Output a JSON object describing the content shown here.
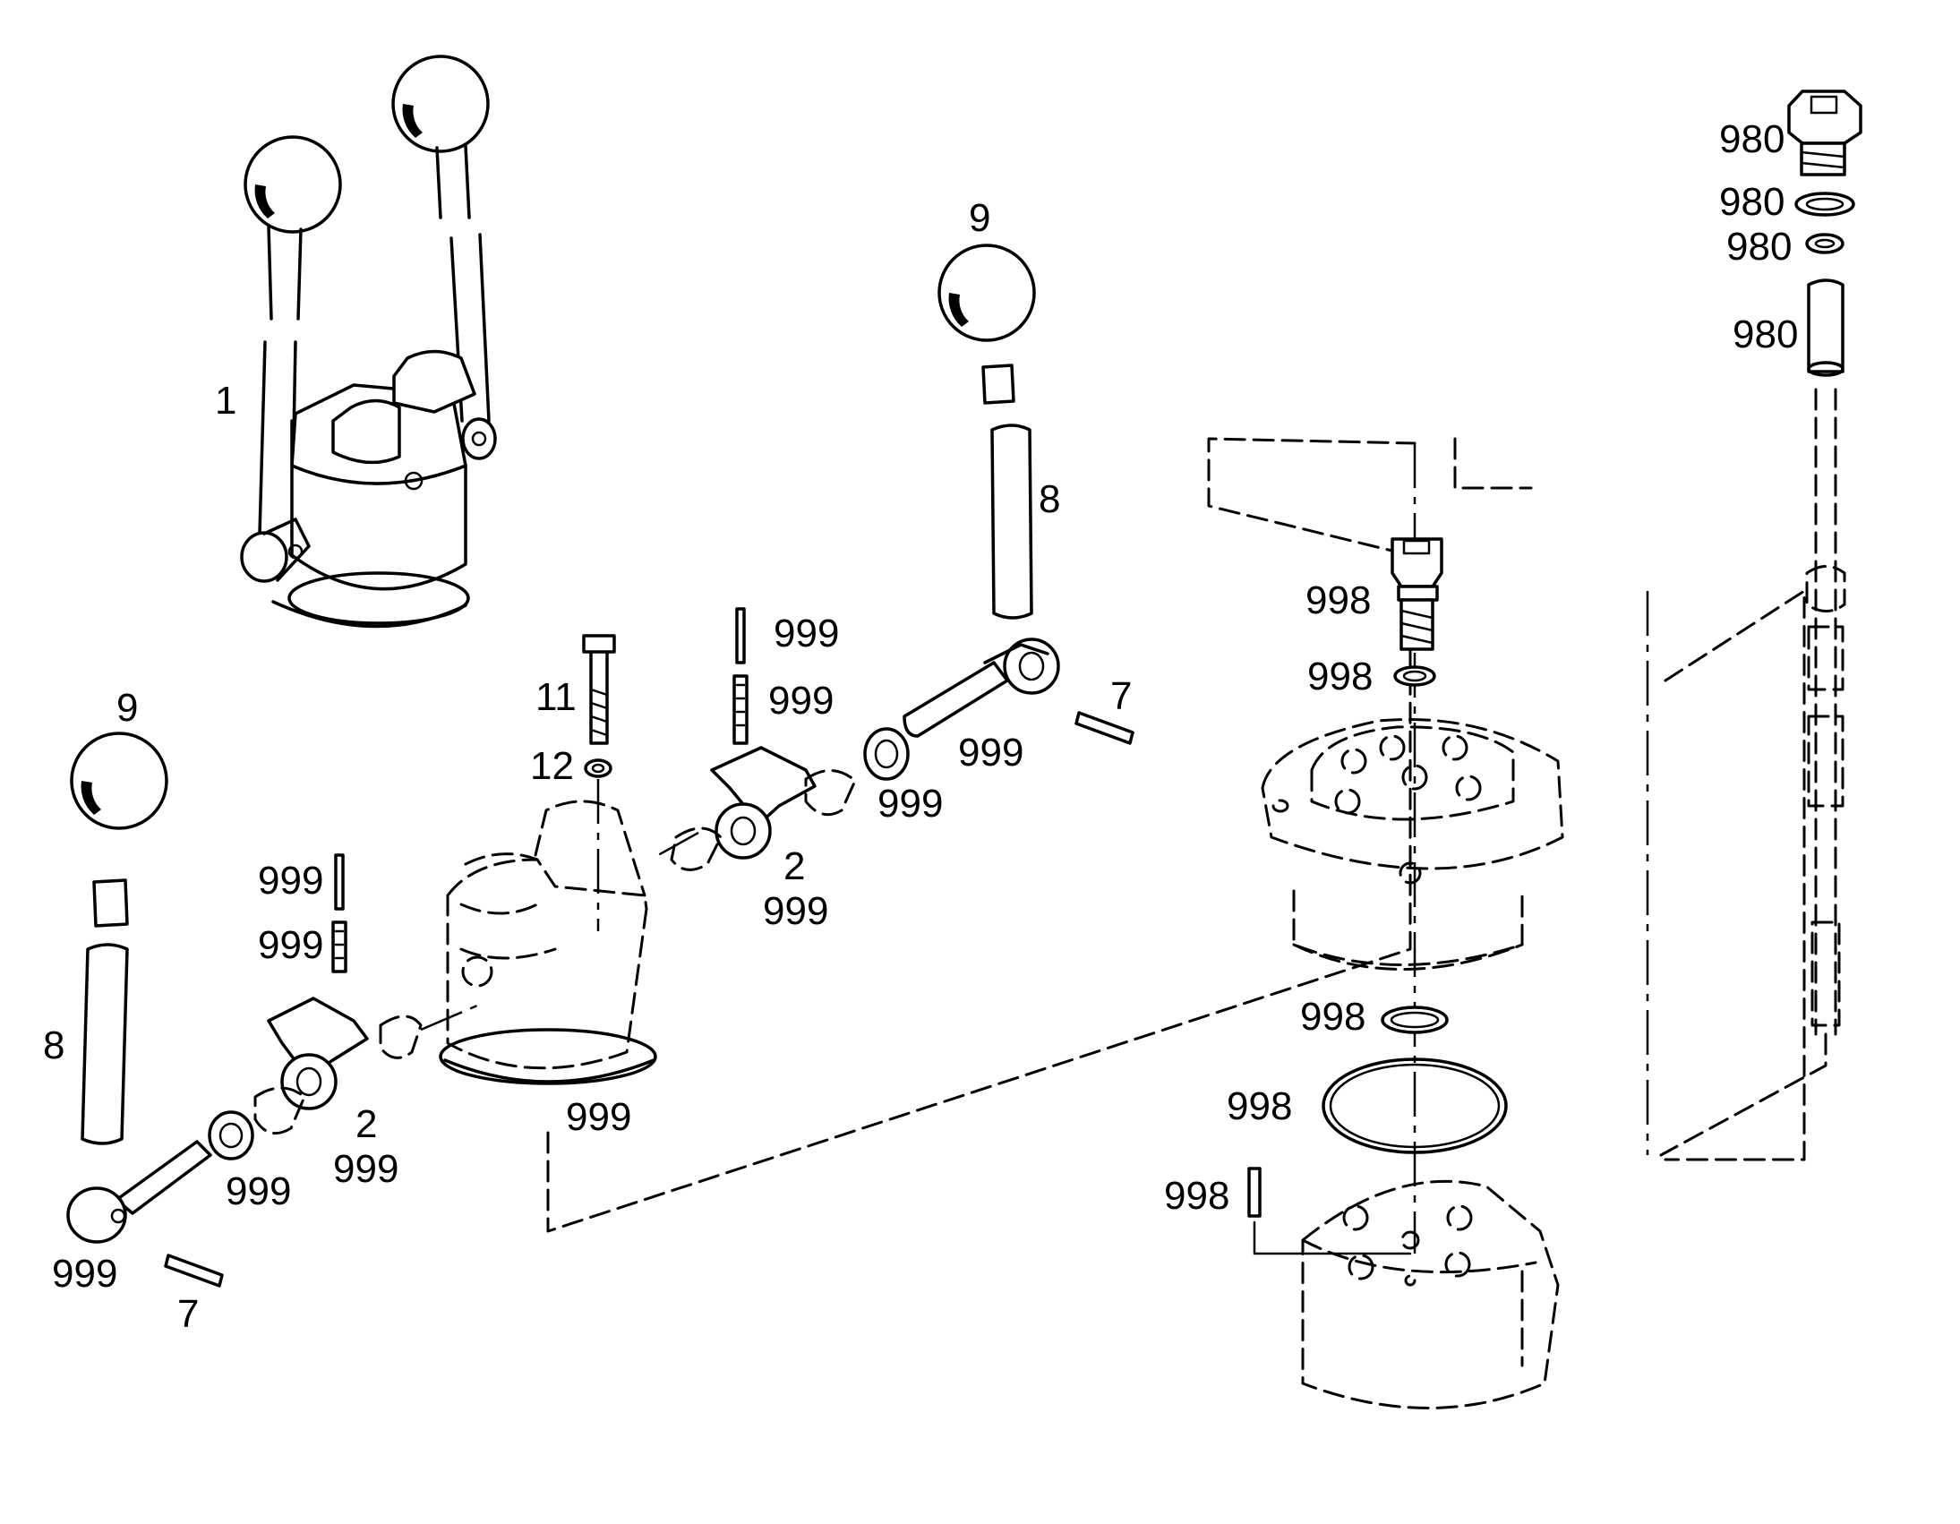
{
  "callouts": {
    "handle_assembly": "1",
    "knob_right": "9",
    "knob_left": "9",
    "tube_right": "8",
    "tube_left": "8",
    "pin_right": "7",
    "pin_left": "7",
    "screw": "11",
    "washer": "12",
    "cam_right_num": "2",
    "cam_right_code": "999",
    "cam_left_num": "2",
    "cam_left_code": "999",
    "pin_top_right_a": "999",
    "pin_top_right_b": "999",
    "pin_top_left_a": "999",
    "pin_top_left_b": "999",
    "seal_right": "999",
    "lever_right": "999",
    "housing_ring": "999",
    "seal_left": "999",
    "lever_left": "999",
    "valve_cap": "998",
    "valve_oring_top": "998",
    "valve_oring_mid": "998",
    "valve_oring_large": "998",
    "dowel_pin": "998",
    "plug": "980",
    "plug_washer": "980",
    "plug_oring": "980",
    "plug_spring": "980"
  }
}
